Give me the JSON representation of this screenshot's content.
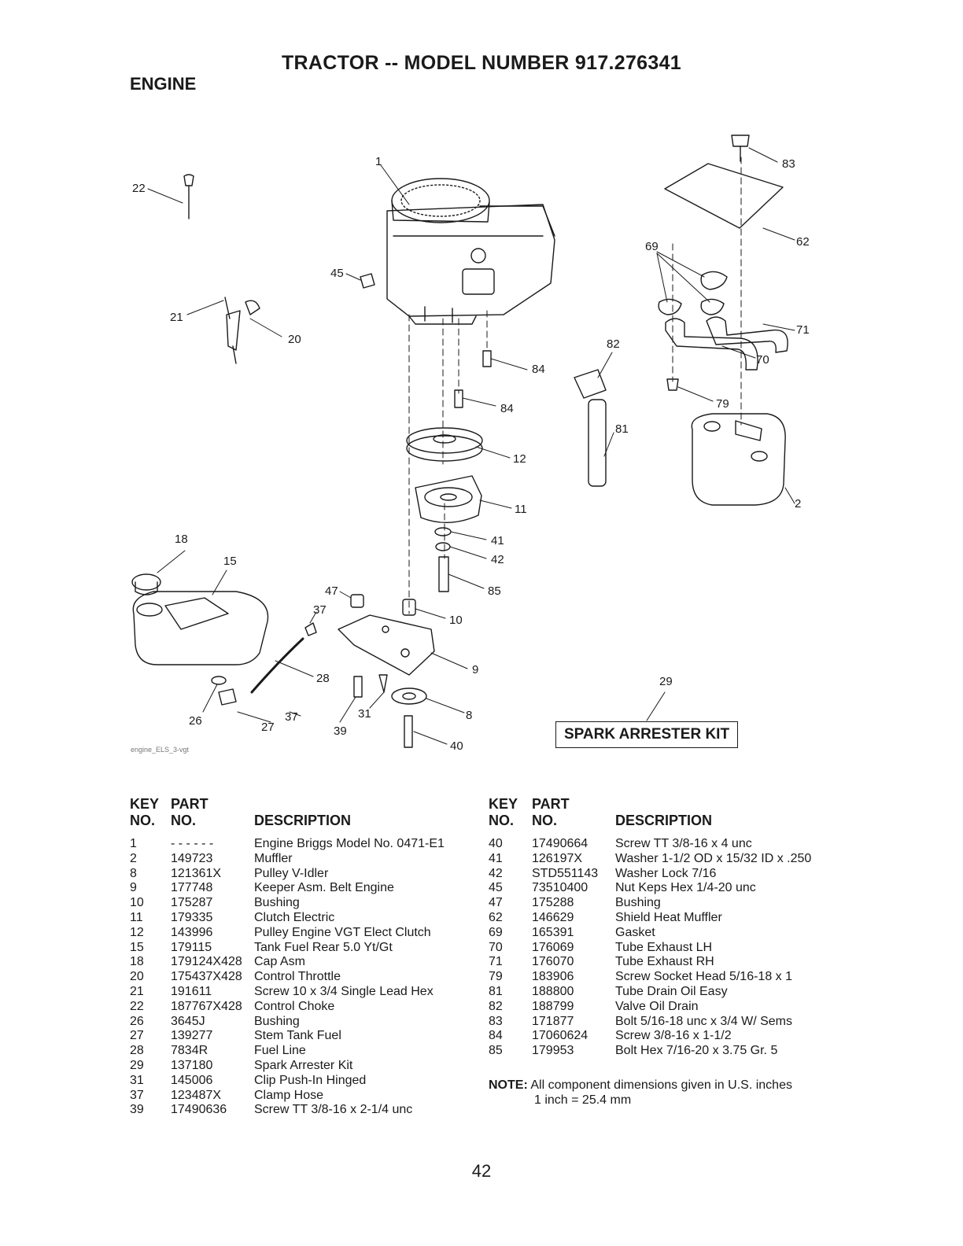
{
  "header": {
    "title": "TRACTOR -- MODEL NUMBER 917.276341",
    "section": "ENGINE"
  },
  "diagram": {
    "callouts": [
      "22",
      "1",
      "83",
      "62",
      "69",
      "45",
      "21",
      "20",
      "71",
      "70",
      "82",
      "84",
      "84",
      "79",
      "81",
      "12",
      "11",
      "2",
      "41",
      "42",
      "18",
      "15",
      "47",
      "37",
      "85",
      "10",
      "9",
      "28",
      "29",
      "31",
      "8",
      "26",
      "27",
      "37",
      "39",
      "40"
    ],
    "kit_label": "SPARK ARRESTER KIT",
    "image_tag": "engine_ELS_3-vgt"
  },
  "table": {
    "headers": {
      "key_top": "KEY",
      "key_bottom": "NO.",
      "part_top": "PART",
      "part_bottom": "NO.",
      "description": "DESCRIPTION"
    },
    "left": [
      [
        "1",
        "- - - - - -",
        "Engine Briggs Model No. 0471-E1"
      ],
      [
        "2",
        "149723",
        "Muffler"
      ],
      [
        "8",
        "121361X",
        "Pulley V-Idler"
      ],
      [
        "9",
        "177748",
        "Keeper Asm. Belt Engine"
      ],
      [
        "10",
        "175287",
        "Bushing"
      ],
      [
        "11",
        "179335",
        "Clutch Electric"
      ],
      [
        "12",
        "143996",
        "Pulley Engine VGT Elect Clutch"
      ],
      [
        "15",
        "179115",
        "Tank Fuel Rear 5.0 Yt/Gt"
      ],
      [
        "18",
        "179124X428",
        "Cap Asm"
      ],
      [
        "20",
        "175437X428",
        "Control Throttle"
      ],
      [
        "21",
        "191611",
        "Screw 10 x 3/4 Single Lead Hex"
      ],
      [
        "22",
        "187767X428",
        "Control Choke"
      ],
      [
        "26",
        "3645J",
        "Bushing"
      ],
      [
        "27",
        "139277",
        "Stem Tank Fuel"
      ],
      [
        "28",
        "7834R",
        "Fuel Line"
      ],
      [
        "29",
        "137180",
        "Spark Arrester Kit"
      ],
      [
        "31",
        "145006",
        "Clip Push-In Hinged"
      ],
      [
        "37",
        "123487X",
        "Clamp Hose"
      ],
      [
        "39",
        "17490636",
        "Screw TT  3/8-16 x 2-1/4 unc"
      ]
    ],
    "right": [
      [
        "40",
        "17490664",
        "Screw TT 3/8-16 x 4 unc"
      ],
      [
        "41",
        "126197X",
        "Washer 1-1/2 OD x 15/32 ID x .250"
      ],
      [
        "42",
        "STD551143",
        "Washer Lock 7/16"
      ],
      [
        "45",
        "73510400",
        "Nut Keps Hex 1/4-20 unc"
      ],
      [
        "47",
        "175288",
        "Bushing"
      ],
      [
        "62",
        "146629",
        "Shield Heat Muffler"
      ],
      [
        "69",
        "165391",
        "Gasket"
      ],
      [
        "70",
        "176069",
        "Tube Exhaust LH"
      ],
      [
        "71",
        "176070",
        "Tube Exhaust RH"
      ],
      [
        "79",
        "183906",
        "Screw Socket Head 5/16-18 x 1"
      ],
      [
        "81",
        "188800",
        "Tube Drain Oil Easy"
      ],
      [
        "82",
        "188799",
        "Valve Oil Drain"
      ],
      [
        "83",
        "171877",
        "Bolt 5/16-18 unc x 3/4 W/ Sems"
      ],
      [
        "84",
        "17060624",
        "Screw 3/8-16 x 1-1/2"
      ],
      [
        "85",
        "179953",
        "Bolt Hex 7/16-20 x 3.75 Gr. 5"
      ]
    ]
  },
  "note": {
    "label": "NOTE:",
    "line1": "All component dimensions given in U.S. inches",
    "line2": "1 inch = 25.4 mm"
  },
  "page_number": "42"
}
